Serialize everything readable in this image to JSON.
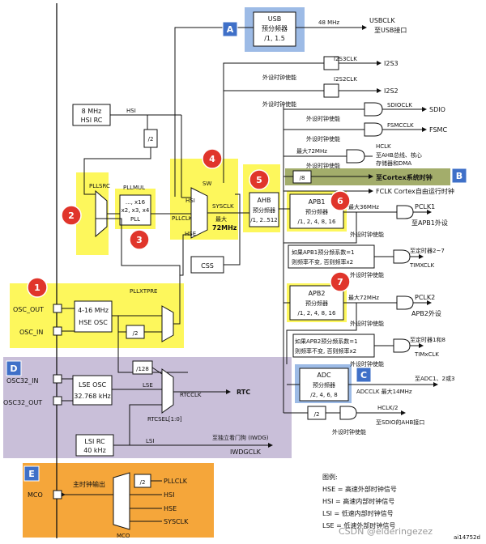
{
  "badges": {
    "b1": "1",
    "b2": "2",
    "b3": "3",
    "b4": "4",
    "b5": "5",
    "b6": "6",
    "b7": "7",
    "bA": "A",
    "bB": "B",
    "bC": "C",
    "bD": "D",
    "bE": "E"
  },
  "colors": {
    "yellow": "#fdf75c",
    "blue": "#9dbbe6",
    "lavender": "#c9bfd9",
    "olive": "#a3ad6b",
    "orange": "#f5a63a"
  },
  "labels": {
    "usb_title": "USB",
    "usb_sub": "预分频器",
    "usb_div": "/1, 1.5",
    "usb_freq": "48 MHz",
    "usbclk": "USBCLK",
    "usbclk_sub": "至USB接口",
    "hsi_rc_1": "8 MHz",
    "hsi_rc_2": "HSI RC",
    "hsi": "HSI",
    "div2": "/2",
    "pllsrc": "PLLSRC",
    "pllmul": "PLLMUL",
    "pll_1": "..., x16",
    "pll_2": "x2, x3, x4",
    "pll_3": "PLL",
    "sw": "SW",
    "sw_hsi": "HSI",
    "pllclk": "PLLCLK",
    "sw_hse": "HSE",
    "sysclk": "SYSCLK",
    "max72": "最大",
    "max72b": "72MHz",
    "ahb_1": "AHB",
    "ahb_2": "预分频器",
    "ahb_3": "/1, 2..512",
    "css": "CSS",
    "i2s3clk": "I2S3CLK",
    "i2s3": "I2S3",
    "i2s2clk": "I2S2CLK",
    "i2s2": "I2S2",
    "periph_en": "外设时钟使能",
    "sdioclk": "SDIOCLK",
    "sdio": "SDIO",
    "fsmcclk": "FSMCCLK",
    "fsmc": "FSMC",
    "hclk": "HCLK",
    "hclk_max": "最大72MHz",
    "hclk_1": "至AHB总线、核心",
    "hclk_2": "存储器和DMA",
    "div8": "/8",
    "cortex_timer": "至Cortex系统时钟",
    "fclk": "FCLK Cortex自由运行时钟",
    "apb1_1": "APB1",
    "apb1_2": "预分频器",
    "apb1_3": "/1, 2, 4, 8, 16",
    "max36": "最大36MHz",
    "pclk1": "PCLK1",
    "pclk1_sub": "至APB1外设",
    "tim27_note1": "如果APB1预分频系数=1",
    "tim27_note2": "则频率不变, 否则频率x2",
    "tim27": "至定时器2~7",
    "timxclk": "TIMXCLK",
    "apb2_1": "APB2",
    "apb2_2": "预分频器",
    "apb2_3": "/1, 2, 4, 8, 16",
    "max72mhz": "最大72MHz",
    "pclk2": "PCLK2",
    "pclk2_sub": "APB2外设",
    "tim18_note1": "如果APB2预分频系数=1",
    "tim18_note2": "则频率不变, 否则频率x2",
    "tim18": "至定时器1和8",
    "timxclk2": "TIMxCLK",
    "adc_1": "ADC",
    "adc_2": "预分频器",
    "adc_3": "/2, 4, 6, 8",
    "adcclk_to": "至ADC1、2或3",
    "adcclk": "ADCCLK  最大14MHz",
    "hclk2": "HCLK/2",
    "hclk2_sub": "至SDIO的AHB接口",
    "osc_out": "OSC_OUT",
    "osc_in": "OSC_IN",
    "hse_1": "4-16 MHz",
    "hse_2": "HSE OSC",
    "pllxtpre": "PLLXTPRE",
    "osc32_in": "OSC32_IN",
    "osc32_out": "OSC32_OUT",
    "lse_1": "LSE OSC",
    "lse_2": "32.768 kHz",
    "lse": "LSE",
    "div128": "/128",
    "rtcclk": "RTCCLK",
    "rtc": "RTC",
    "rtcsel": "RTCSEL[1:0]",
    "lsi_1": "LSI RC",
    "lsi_2": "40 kHz",
    "lsi": "LSI",
    "iwdg": "至独立看门狗  (IWDG)",
    "iwdgclk": "IWDGCLK",
    "mco_out": "主时钟输出",
    "mco": "MCO",
    "mco_pin": "MCO",
    "pllclk_m": "PLLCLK",
    "hsi_m": "HSI",
    "hse_m": "HSE",
    "sysclk_m": "SYSCLK",
    "legend_title": "图例:",
    "legend_hse": "HSE = 高速外部时钟信号",
    "legend_hsi": "HSI = 高速内部时钟信号",
    "legend_lsi": "LSI = 低速内部时钟信号",
    "legend_lse": "LSE = 低速外部时钟信号",
    "watermark": "CSDN @elderingezez",
    "ref": "ai14752d"
  }
}
